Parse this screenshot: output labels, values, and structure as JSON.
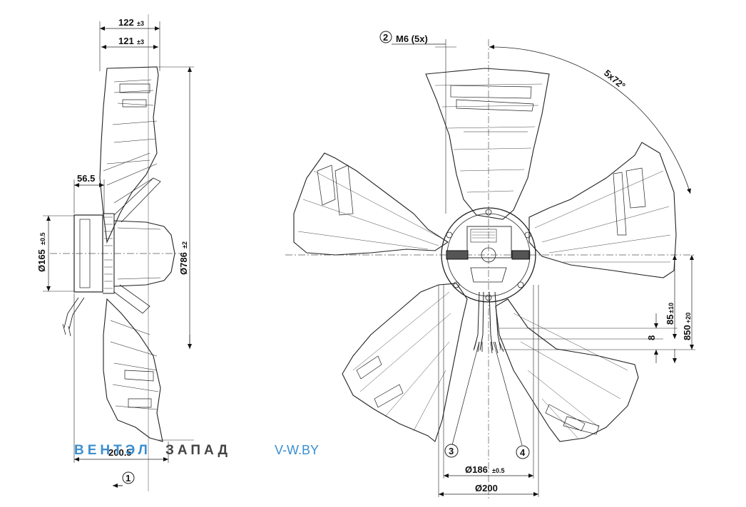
{
  "side_view": {
    "dim_122": "122",
    "dim_122_tol": "±3",
    "dim_121": "121",
    "dim_121_tol": "±3",
    "dim_56_5": "56.5",
    "dim_dia165": "Ø165",
    "dim_dia165_tol": "±0.5",
    "dim_dia786": "Ø786",
    "dim_dia786_tol": "±2",
    "dim_200_5": "200.5",
    "callout_1": "1"
  },
  "front_view": {
    "callout_2": "2",
    "thread_label": "M6 (5x)",
    "angle_label": "5x72°",
    "dim_85": "85",
    "dim_85_tol": "±10",
    "dim_850": "850",
    "dim_850_tol": "+20",
    "dim_8": "8",
    "callout_3": "3",
    "callout_4": "4",
    "dim_dia186": "Ø186",
    "dim_dia186_tol": "±0.5",
    "dim_dia200": "Ø200"
  },
  "watermark": {
    "part_a": "ВЕНТЭЛ",
    "part_b": "ЗАПАД",
    "site": "V-W.BY"
  }
}
